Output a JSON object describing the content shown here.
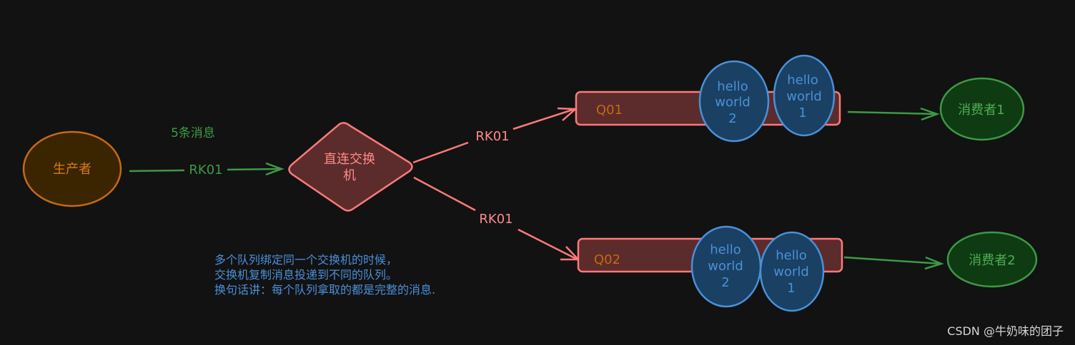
{
  "producer": {
    "label": "生产者"
  },
  "exchange": {
    "label_line1": "直连交换",
    "label_line2": "机"
  },
  "edges": {
    "producer_to_exchange": "RK01",
    "exchange_to_q01": "RK01",
    "exchange_to_q02": "RK01"
  },
  "message_count_label": "5条消息",
  "queues": {
    "q01": {
      "label": "Q01"
    },
    "q02": {
      "label": "Q02"
    }
  },
  "messages": {
    "q01_msg2": {
      "line1": "hello",
      "line2": "world",
      "line3": "2"
    },
    "q01_msg1": {
      "line1": "hello",
      "line2": "world",
      "line3": "1"
    },
    "q02_msg2": {
      "line1": "hello",
      "line2": "world",
      "line3": "2"
    },
    "q02_msg1": {
      "line1": "hello",
      "line2": "world",
      "line3": "1"
    }
  },
  "consumers": {
    "c1": {
      "label": "消费者1"
    },
    "c2": {
      "label": "消费者2"
    }
  },
  "note": {
    "line1": "多个队列绑定同一个交换机的时候，",
    "line2": "交换机复制消息投递到不同的队列。",
    "line3": "换句话讲：每个队列拿取的都是完整的消息."
  },
  "watermark": "CSDN @牛奶味的团子",
  "colors": {
    "background": "#121212",
    "green": "#3c9a45",
    "red": "#ff7a7a",
    "orange": "#c46a12",
    "blue": "#4a90d9"
  }
}
